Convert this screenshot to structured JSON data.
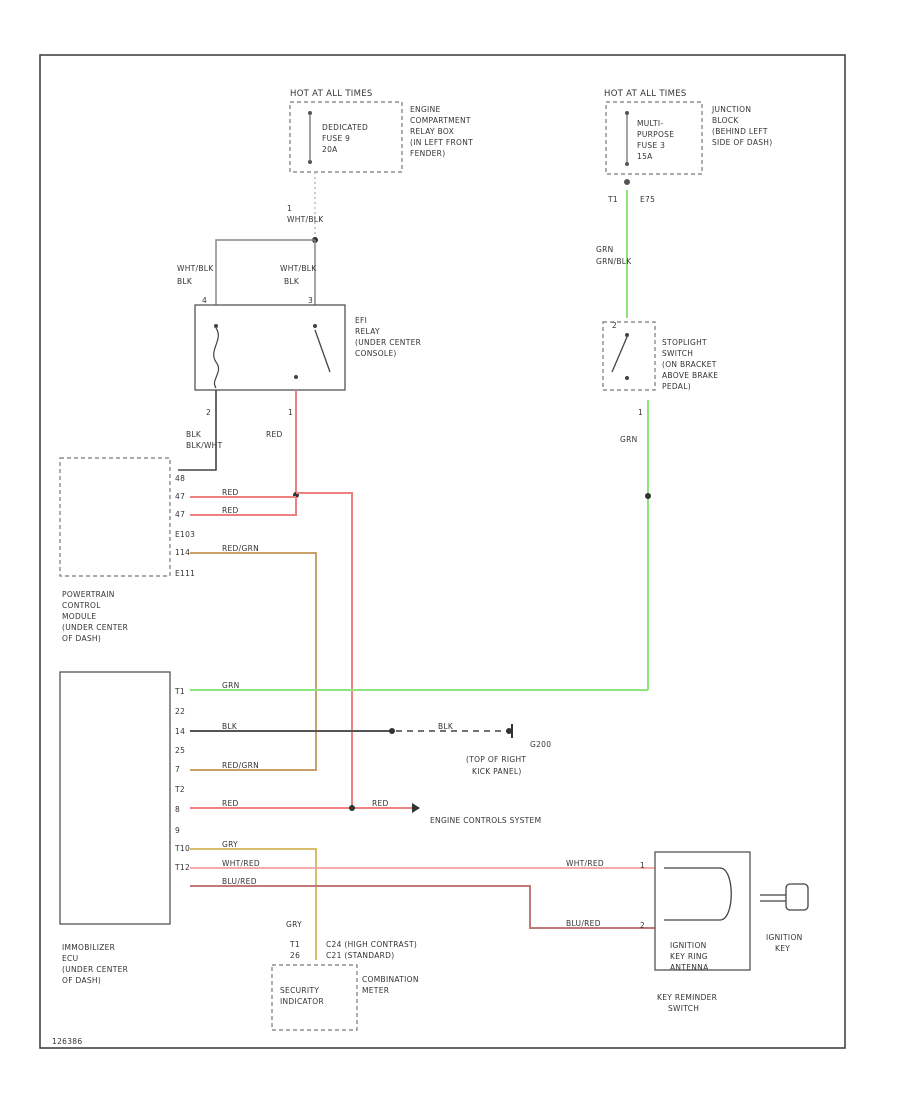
{
  "fuse_left": {
    "header": "HOT AT ALL TIMES",
    "fuse": [
      "DEDICATED",
      "FUSE 9",
      "20A"
    ],
    "box": [
      "ENGINE",
      "COMPARTMENT",
      "RELAY BOX",
      "(IN LEFT FRONT",
      "FENDER)"
    ]
  },
  "fuse_right": {
    "header": "HOT AT ALL TIMES",
    "fuse": [
      "MULTI-",
      "PURPOSE",
      "FUSE 3",
      "15A"
    ],
    "box": [
      "JUNCTION",
      "BLOCK",
      "(BEHIND LEFT",
      "SIDE OF DASH)"
    ]
  },
  "relay": {
    "label": [
      "EFI",
      "RELAY",
      "(UNDER CENTER",
      "CONSOLE)"
    ]
  },
  "stoplight": {
    "label": [
      "STOPLIGHT",
      "SWITCH",
      "(ON BRACKET",
      "ABOVE BRAKE",
      "PEDAL)"
    ]
  },
  "pcm": {
    "label": [
      "POWERTRAIN",
      "CONTROL",
      "MODULE",
      "(UNDER CENTER",
      "OF DASH)"
    ]
  },
  "immobilizer": {
    "label": [
      "IMMOBILIZER",
      "ECU",
      "(UNDER CENTER",
      "OF DASH)"
    ]
  },
  "combination_meter": {
    "label": [
      "COMBINATION",
      "METER"
    ],
    "pins": [
      "T1",
      "26"
    ],
    "pin_notes": [
      "C24  (HIGH CONTRAST)",
      "C21  (STANDARD)"
    ],
    "indicator": [
      "SECURITY",
      "INDICATOR"
    ]
  },
  "key_reminder": {
    "label": [
      "KEY REMINDER",
      "SWITCH"
    ],
    "antenna": [
      "IGNITION",
      "KEY RING",
      "ANTENNA"
    ]
  },
  "ignition_key": {
    "label": [
      "IGNITION",
      "KEY"
    ]
  },
  "ground": {
    "name": "G200",
    "note": [
      "(TOP OF RIGHT",
      "KICK PANEL)"
    ]
  },
  "engine_controls": "ENGINE CONTROLS SYSTEM",
  "wires": {
    "wht_blk": "WHT/BLK",
    "grn_blk": "GRN/BLK",
    "blk_wht": "BLK/WHT",
    "red": "RED",
    "grn": "GRN",
    "red_grn": "RED/GRN",
    "blk": "BLK",
    "wht_red": "WHT/RED",
    "blu_red": "BLU/RED",
    "gry": "GRY"
  },
  "pins": {
    "fuse_l_out": "1",
    "fuse_r_out": "T1",
    "fuse_r_conn": "E75",
    "relay_l": "4",
    "relay_r": "3",
    "relay_bl": "2",
    "relay_br": "1",
    "stop_top": "2",
    "stop_bot": "1",
    "pcm": [
      "48",
      "47",
      "47",
      "E103",
      "114",
      "E111"
    ],
    "immo": [
      "T1",
      "22",
      "14",
      "25",
      "7",
      "T2",
      "8",
      "9",
      "T10",
      "T12"
    ],
    "key_top": "1",
    "key_bot": "2"
  },
  "diagram_id": "126386"
}
